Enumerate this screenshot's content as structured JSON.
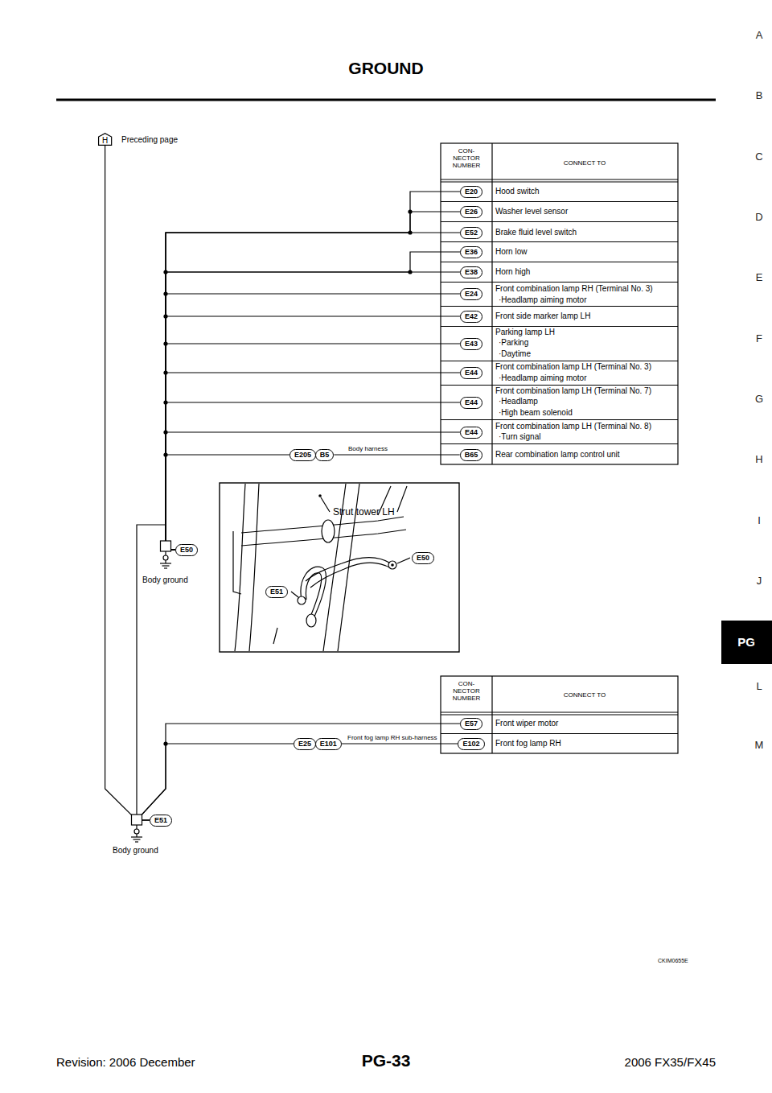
{
  "diagram": {
    "title": "GROUND",
    "nodes": [
      {
        "text": [
          "H"
        ]
      },
      {
        "text": [
          "E20"
        ]
      },
      {
        "text": [
          "E26"
        ]
      },
      {
        "text": [
          "E52"
        ]
      },
      {
        "text": [
          "E36"
        ]
      },
      {
        "text": [
          "E38"
        ]
      },
      {
        "text": [
          "E24"
        ]
      },
      {
        "text": [
          "E42"
        ]
      },
      {
        "text": [
          "E43"
        ]
      },
      {
        "text": [
          "E44"
        ]
      },
      {
        "text": [
          "E44"
        ]
      },
      {
        "text": [
          "E44"
        ]
      },
      {
        "text": [
          "E205"
        ]
      },
      {
        "text": [
          "B5"
        ]
      },
      {
        "text": [
          "B65"
        ]
      },
      {
        "text": [
          "E50"
        ]
      },
      {
        "text": [
          "E50"
        ]
      },
      {
        "text": [
          "E51"
        ]
      },
      {
        "text": [
          "E57"
        ]
      },
      {
        "text": [
          "E25"
        ]
      },
      {
        "text": [
          "E101"
        ]
      },
      {
        "text": [
          "E102"
        ]
      },
      {
        "text": [
          "E51"
        ]
      }
    ],
    "edges": [
      {
        "from": 1,
        "to": 15,
        "arrow": "none"
      },
      {
        "from": 2,
        "to": 15,
        "arrow": "none"
      },
      {
        "from": 3,
        "to": 15,
        "arrow": "none"
      },
      {
        "from": 4,
        "to": 15,
        "arrow": "none"
      },
      {
        "from": 5,
        "to": 15,
        "arrow": "none"
      },
      {
        "from": 6,
        "to": 15,
        "arrow": "none"
      },
      {
        "from": 7,
        "to": 15,
        "arrow": "none"
      },
      {
        "from": 8,
        "to": 15,
        "arrow": "none"
      },
      {
        "from": 9,
        "to": 15,
        "arrow": "none"
      },
      {
        "from": 10,
        "to": 15,
        "arrow": "none"
      },
      {
        "from": 11,
        "to": 15,
        "arrow": "none"
      },
      {
        "from": 14,
        "to": 13,
        "label": "Body harness",
        "arrow": "none"
      },
      {
        "from": 12,
        "to": 15,
        "arrow": "none"
      },
      {
        "from": 18,
        "to": 22,
        "arrow": "none"
      },
      {
        "from": 21,
        "to": 20,
        "label": "Front fog lamp RH sub-harness",
        "arrow": "none"
      },
      {
        "from": 19,
        "to": 22,
        "arrow": "none"
      },
      {
        "from": 0,
        "to": 22,
        "arrow": "none"
      }
    ],
    "labels": [
      "A",
      "B",
      "C",
      "D",
      "E",
      "F",
      "G",
      "H",
      "I",
      "J",
      "PG",
      "L",
      "M",
      "Preceding page",
      "CON- NECTOR NUMBER",
      "CONNECT TO",
      "Hood switch",
      "Washer level sensor",
      "Brake fluid level switch",
      "Horn low",
      "Horn high",
      "Front combination lamp RH (Terminal No. 3)",
      "·Headlamp aiming motor",
      "Front side marker lamp LH",
      "Parking lamp LH",
      "·Parking",
      "·Daytime",
      "Front combination lamp LH (Terminal No. 3)",
      "·Headlamp aiming motor",
      "Front combination lamp LH (Terminal No. 7)",
      "·Headlamp",
      "·High beam solenoid",
      "Front combination lamp LH (Terminal No. 8)",
      "·Turn signal",
      "Rear combination lamp control unit",
      "Body ground",
      "Strut tower LH",
      "CON- NECTOR NUMBER",
      "CONNECT TO",
      "Front wiper motor",
      "Front fog lamp RH",
      "Body ground",
      "CKIM0655E",
      "Revision: 2006 December",
      "PG-33",
      "2006 FX35/FX45"
    ]
  }
}
